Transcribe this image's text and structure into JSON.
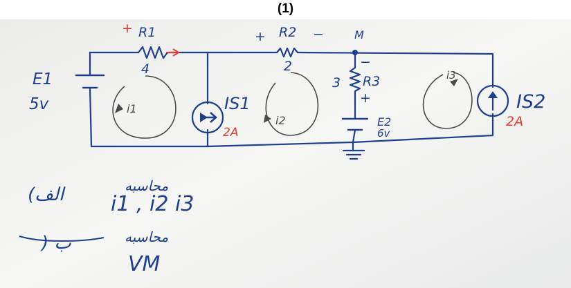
{
  "title": "(1)",
  "labels": {
    "r1_plus": "+",
    "r1": "R1",
    "r1_value": "4",
    "r2_plus": "+",
    "r2": "R2",
    "r2_minus": "−",
    "r2_value": "2",
    "node_m": "M",
    "r3_minus": "−",
    "r3_value": "3",
    "r3": "R3",
    "r3_plus": "+",
    "e1": "E1",
    "e1_value": "5v",
    "e2": "E2",
    "e2_value": "6v",
    "is1": "IS1",
    "is1_value": "2A",
    "is2": "IS2",
    "is2_value": "2A",
    "i1": "i1",
    "i2": "i2",
    "i3": "i3"
  },
  "questions": {
    "a_label": "(الف",
    "a_text_top": "محاسبه",
    "a_text": "i1 , i2 i3",
    "b_label": ") ب",
    "b_text_top": "محاسبه",
    "b_text": "VM"
  },
  "colors": {
    "board": "#f3f3f1",
    "marker": "#1d3f8e",
    "red": "#e23a2e"
  }
}
